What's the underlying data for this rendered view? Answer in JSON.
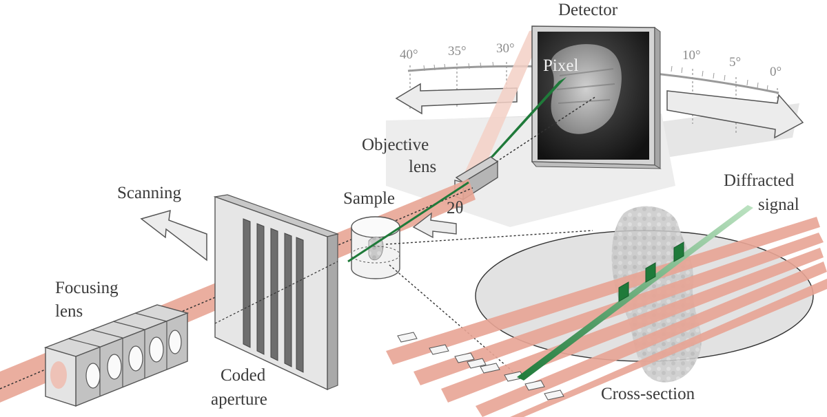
{
  "labels": {
    "detector": "Detector",
    "pixel": "Pixel",
    "objective_lens_line1": "Objective",
    "objective_lens_line2": "lens",
    "scanning": "Scanning",
    "sample": "Sample",
    "two_theta": "2θ",
    "diffracted_line1": "Diffracted",
    "diffracted_line2": "signal",
    "focusing_lens_line1": "Focusing",
    "focusing_lens_line2": "lens",
    "coded_aperture_line1": "Coded",
    "coded_aperture_line2": "aperture",
    "cross_section": "Cross-section"
  },
  "arc_ticks": {
    "left": [
      "40°",
      "35°",
      "30°"
    ],
    "right": [
      "10°",
      "5°",
      "0°"
    ]
  },
  "colors": {
    "beam": "#e8a595",
    "beam_light": "#f2c9bd",
    "signal": "#1f7a3a",
    "signal_light": "#9fd2a6",
    "arrow_fill": "#ececec",
    "arrow_stroke": "#555555",
    "ellipse_fill": "#e2e2e2",
    "detector_face": "#1b1b1b"
  }
}
